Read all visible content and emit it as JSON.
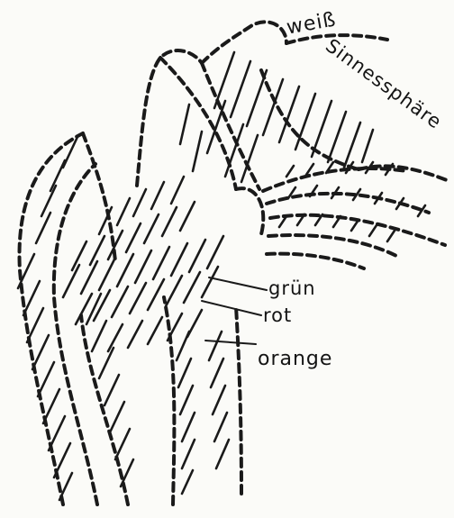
{
  "labels": {
    "weiss": "weiß",
    "sinnessphaere": "Sinnessphäre",
    "gruen": "grün",
    "rot": "rot",
    "orange": "orange"
  },
  "colors": {
    "ink": "#141414",
    "paper": "#fbfbf8"
  }
}
